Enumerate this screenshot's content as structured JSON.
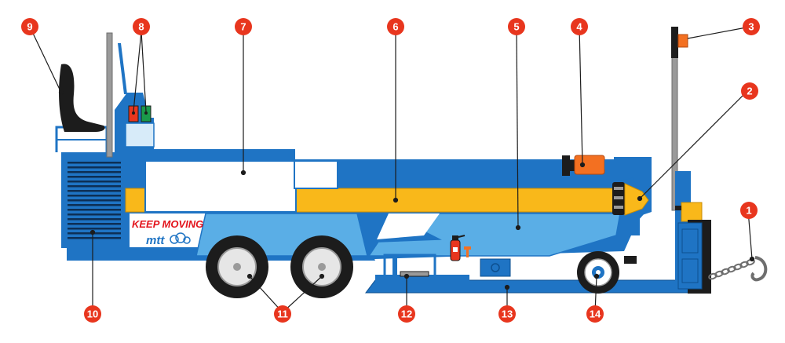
{
  "colors": {
    "blue": "#1f74c4",
    "light_blue": "#5aaee6",
    "yellow": "#f9b81a",
    "orange": "#f37021",
    "red_callout": "#e8361e",
    "red_brand": "#e3141c",
    "gray": "#9a9a9a",
    "dark": "#1c1c1c",
    "white": "#ffffff"
  },
  "branding": {
    "slogan": "KEEP MOVING",
    "logo": "mtt"
  },
  "callouts": [
    {
      "id": "callout-1",
      "label": "1"
    },
    {
      "id": "callout-2",
      "label": "2"
    },
    {
      "id": "callout-3",
      "label": "3"
    },
    {
      "id": "callout-4",
      "label": "4"
    },
    {
      "id": "callout-5",
      "label": "5"
    },
    {
      "id": "callout-6",
      "label": "6"
    },
    {
      "id": "callout-7",
      "label": "7"
    },
    {
      "id": "callout-8",
      "label": "8"
    },
    {
      "id": "callout-9",
      "label": "9"
    },
    {
      "id": "callout-10",
      "label": "10"
    },
    {
      "id": "callout-11",
      "label": "11"
    },
    {
      "id": "callout-12",
      "label": "12"
    },
    {
      "id": "callout-13",
      "label": "13"
    },
    {
      "id": "callout-14",
      "label": "14"
    }
  ]
}
